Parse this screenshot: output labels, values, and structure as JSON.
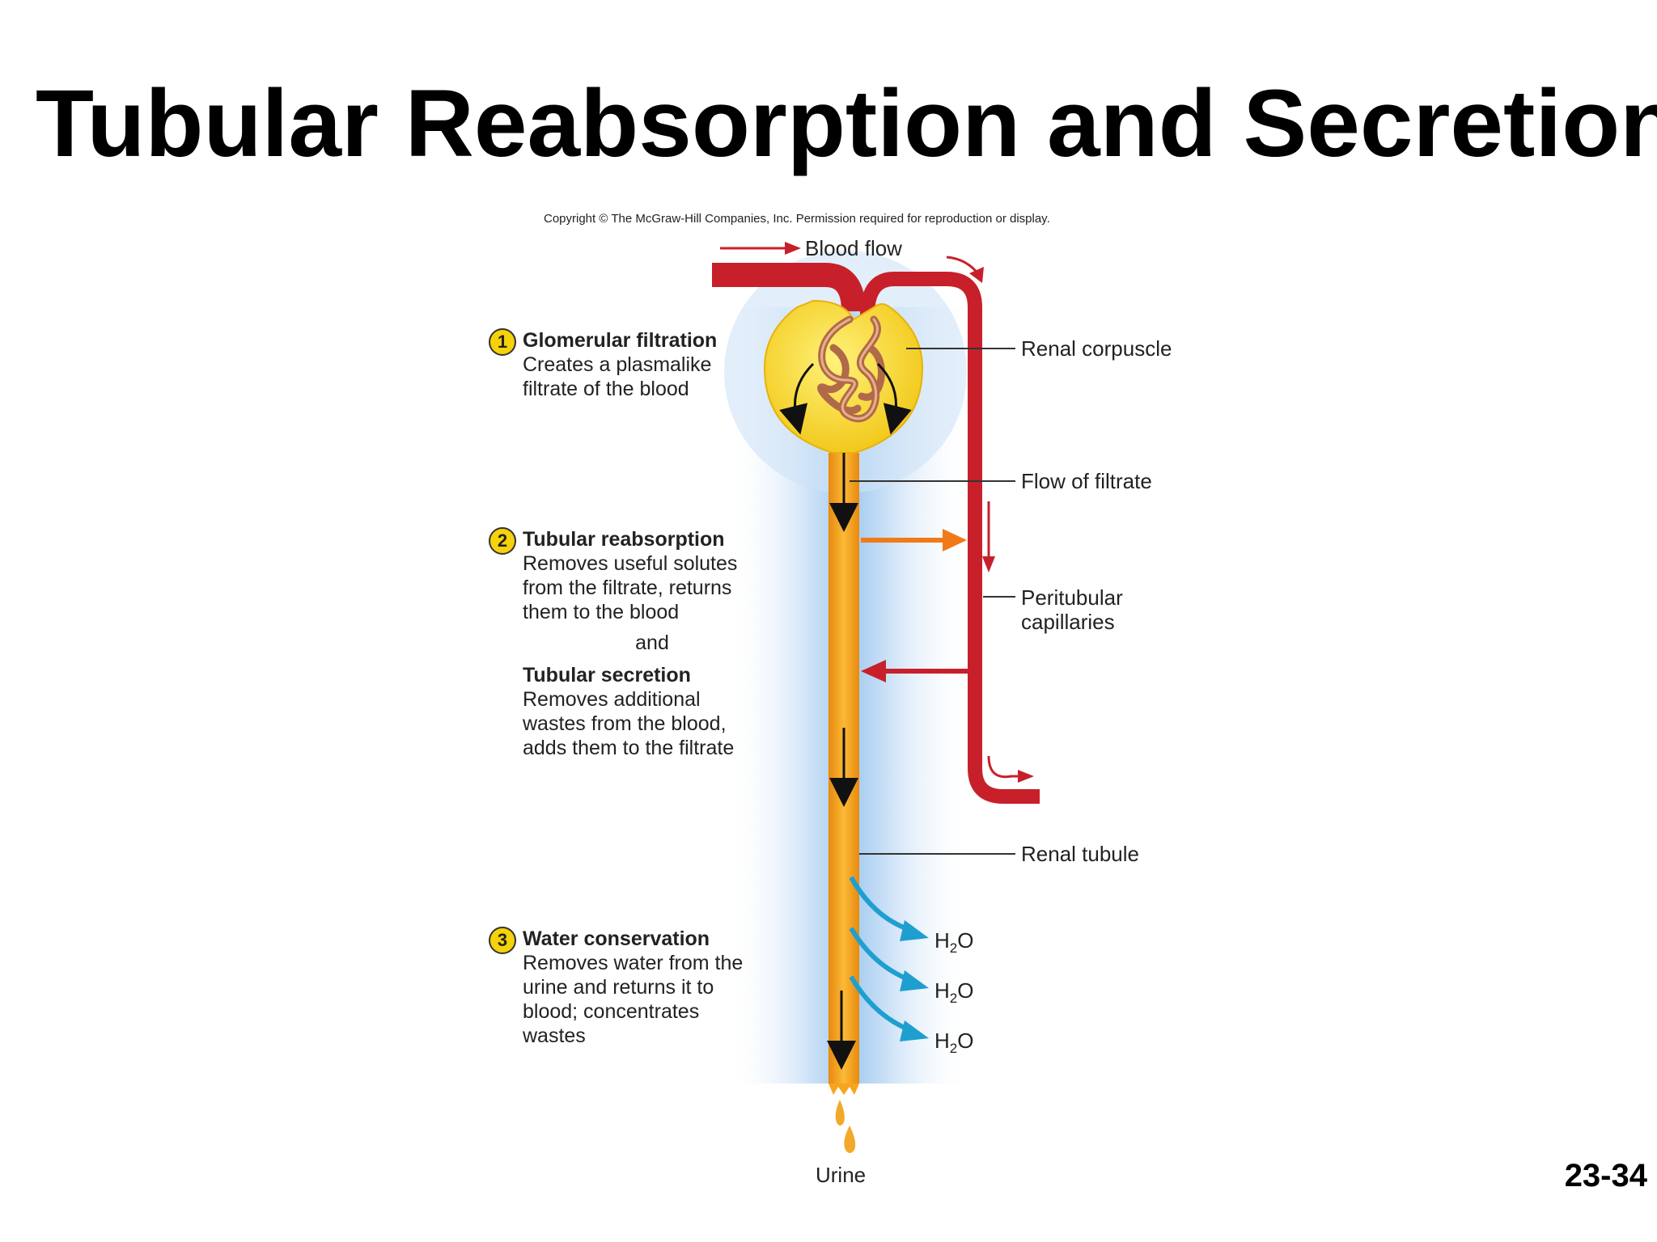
{
  "title": "Tubular Reabsorption and Secretion",
  "slide_number": "23-34",
  "figure": {
    "copyright": "Copyright © The McGraw-Hill Companies, Inc. Permission required for reproduction or display.",
    "labels": {
      "blood_flow": "Blood flow",
      "renal_corpuscle": "Renal corpuscle",
      "flow_of_filtrate": "Flow of filtrate",
      "peritubular_1": "Peritubular",
      "peritubular_2": "capillaries",
      "renal_tubule": "Renal tubule",
      "urine": "Urine",
      "water": [
        "H",
        "2",
        "O"
      ]
    },
    "steps": [
      {
        "number": "1",
        "heading": "Glomerular filtration",
        "lines": [
          "Creates a plasmalike",
          "filtrate of the blood"
        ]
      },
      {
        "number": "2",
        "heading": "Tubular reabsorption",
        "lines": [
          "Removes useful solutes",
          "from the filtrate, returns",
          "them to the blood"
        ],
        "connector": "and",
        "heading2": "Tubular secretion",
        "lines2": [
          "Removes additional",
          "wastes from the blood,",
          "adds them to the filtrate"
        ]
      },
      {
        "number": "3",
        "heading": "Water conservation",
        "lines": [
          "Removes water from the",
          "urine and returns it to",
          "blood; concentrates",
          "wastes"
        ]
      }
    ],
    "colors": {
      "capillary": "#c8202a",
      "tubule": "#f7a51c",
      "corpuscle": "#f8d936",
      "water_arrow": "#1e9fd0",
      "reabsorption_arrow": "#f07a1a",
      "glow": "#9cc8f0"
    }
  }
}
